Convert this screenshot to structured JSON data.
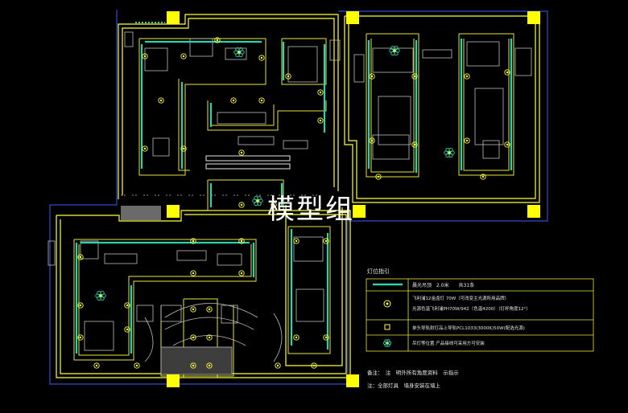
{
  "watermark": "模型组",
  "legend": {
    "title": "灯位指引",
    "rows": [
      {
        "symbol": "strip",
        "lines": [
          "晨光吊顶　2.0米　　共31条"
        ]
      },
      {
        "symbol": "downlight",
        "lines": [
          "飞利浦12金卤灯 70W（可改变主光源所用品牌）",
          "光源色温飞利浦PH70W/942（色温4200）（灯杯角度12°）"
        ]
      },
      {
        "symbol": "spot",
        "lines": [
          "单头导轨射灯品上导轨PCL1033(3000K)50W(配选光源)"
        ]
      },
      {
        "symbol": "flower",
        "lines": [
          "吊灯等位置 产品接线可采用方可安装"
        ]
      }
    ]
  },
  "notes": [
    "备注：　注　明外所有角度资料　示指示",
    "　　　　　　　　　　　　　　　　　　　　　　　　　",
    "注：全部灯具　墙身安装在墙上"
  ],
  "colors": {
    "wall": "#ffff3c",
    "inner": "#e6e63c",
    "strip": "#2fd0b0",
    "frame": "#3a5cff",
    "marker": "#ffff00",
    "furniture": "#bcbcbc"
  }
}
